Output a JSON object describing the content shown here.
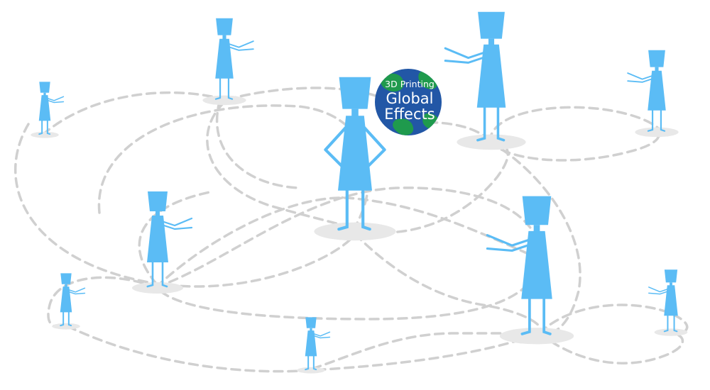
{
  "badge": {
    "line1": "3D Printing",
    "line2": "Global",
    "line3": "Effects"
  },
  "colors": {
    "figure": "#5bbcf5",
    "figure_dark": "#2fa3ea",
    "shadow": "#e8e8e8",
    "connection": "#d0d0d0",
    "globe_ocean": "#2257a6",
    "globe_land": "#1f9a4d",
    "globe_text": "#ffffff"
  },
  "icons": {
    "figure": "person-figure-icon",
    "badge": "globe-icon"
  }
}
